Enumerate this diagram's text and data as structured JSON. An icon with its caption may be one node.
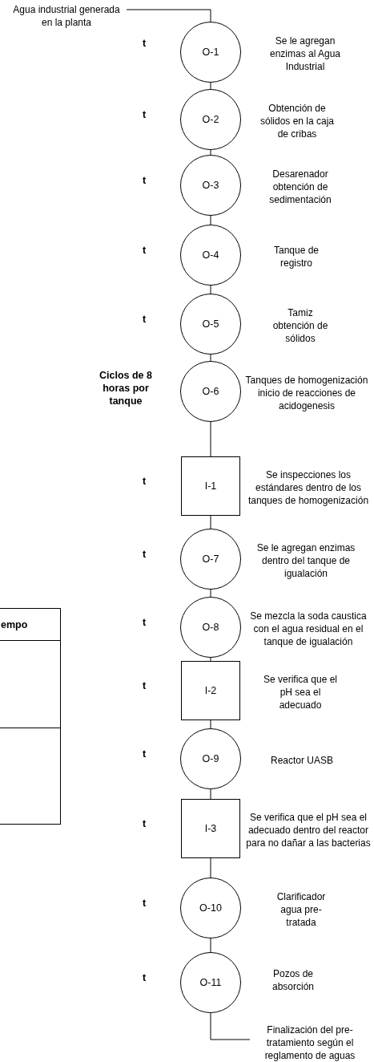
{
  "diagram": {
    "nodes": [
      {
        "text": [
          "Agua industrial generada en la planta"
        ]
      },
      {
        "text": [
          "O-1"
        ],
        "beside": [
          "Se le agregan enzimas al Agua Industrial"
        ]
      },
      {
        "text": [
          "O-2"
        ],
        "beside": [
          "t",
          "Obtención de sólidos en la caja de cribas"
        ]
      },
      {
        "text": [
          "O-3"
        ],
        "beside": [
          "t",
          "Desarenador obtención de sedimentación"
        ]
      },
      {
        "text": [
          "O-4"
        ],
        "beside": [
          "t",
          "Tanque de registro"
        ]
      },
      {
        "text": [
          "O-5"
        ],
        "beside": [
          "t",
          "Tamiz obtención de sólidos"
        ]
      },
      {
        "text": [
          "O-6"
        ],
        "beside": [
          "Ciclos de 8 horas por tanque",
          "Tanques de homogenización inicio de reacciones de acidogenesis"
        ]
      },
      {
        "text": [
          "I-1"
        ],
        "beside": [
          "t",
          "Se inspecciones los estándares dentro de los tanques de homogenización"
        ]
      },
      {
        "text": [
          "O-7"
        ],
        "beside": [
          "t",
          "Se le agregan enzimas dentro del tanque de igualación"
        ]
      },
      {
        "text": [
          "O-8"
        ],
        "beside": [
          "t",
          "Se mezcla la soda caustica con el agua residual en el tanque de igualación"
        ]
      },
      {
        "text": [
          "I-2"
        ],
        "beside": [
          "t",
          "Se verifica que el pH sea el adecuado"
        ]
      },
      {
        "text": [
          "O-9"
        ],
        "beside": [
          "t",
          "Reactor UASB"
        ]
      },
      {
        "text": [
          "I-3"
        ],
        "beside": [
          "t",
          "Se verifica que el pH sea el adecuado dentro del reactor para no dañar a las bacterias"
        ]
      },
      {
        "text": [
          "O-10"
        ],
        "beside": [
          "t",
          "Clarificador agua pre-tratada"
        ]
      },
      {
        "text": [
          "O-11"
        ],
        "beside": [
          "t",
          "Pozos de absorción"
        ]
      },
      {
        "text": [
          "Finalización del pre-tratamiento según el reglamento de aguas"
        ]
      }
    ],
    "edges": [
      {
        "from": 0,
        "to": 1,
        "arrow": "none"
      },
      {
        "from": 1,
        "to": 2,
        "arrow": "none"
      },
      {
        "from": 2,
        "to": 3,
        "arrow": "none"
      },
      {
        "from": 3,
        "to": 4,
        "arrow": "none"
      },
      {
        "from": 4,
        "to": 5,
        "arrow": "none"
      },
      {
        "from": 5,
        "to": 6,
        "arrow": "none"
      },
      {
        "from": 6,
        "to": 7,
        "arrow": "none"
      },
      {
        "from": 7,
        "to": 8,
        "arrow": "none"
      },
      {
        "from": 8,
        "to": 9,
        "arrow": "none"
      },
      {
        "from": 9,
        "to": 10,
        "arrow": "none"
      },
      {
        "from": 10,
        "to": 11,
        "arrow": "none"
      },
      {
        "from": 11,
        "to": 12,
        "arrow": "none"
      },
      {
        "from": 12,
        "to": 13,
        "arrow": "none"
      },
      {
        "from": 13,
        "to": 14,
        "arrow": "none"
      },
      {
        "from": 14,
        "to": 15,
        "arrow": "none"
      }
    ],
    "labels": [
      "t",
      "empo"
    ]
  }
}
